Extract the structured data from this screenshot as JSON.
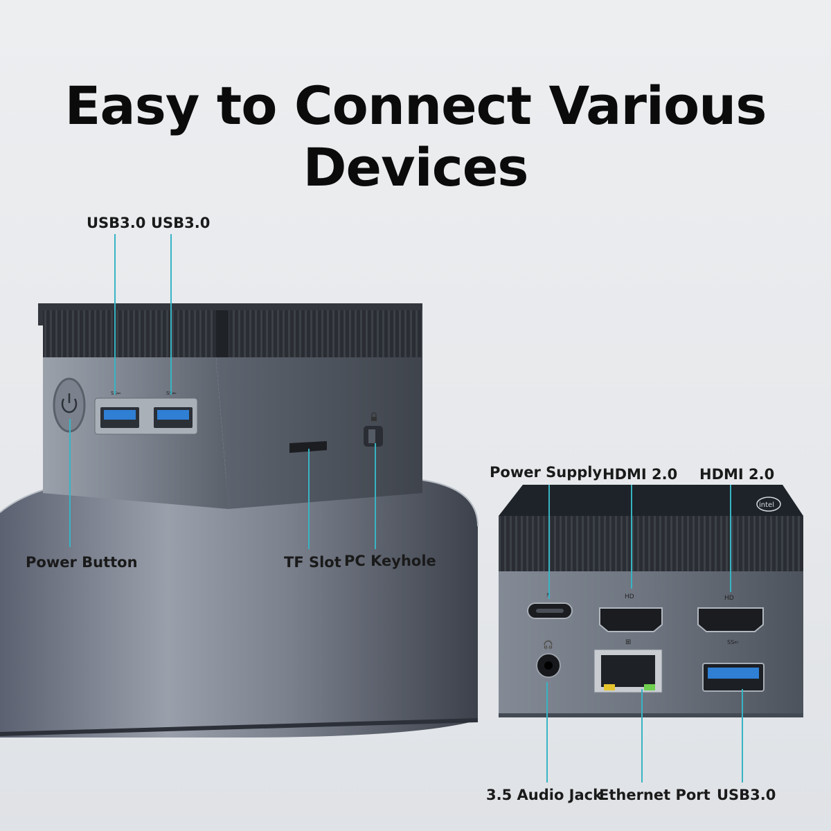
{
  "headline": "Easy to Connect Various Devices",
  "front": {
    "usb_left": "USB3.0",
    "usb_right": "USB3.0",
    "power_button": "Power Button",
    "tf_slot": "TF Slot",
    "pc_keyhole": "PC Keyhole"
  },
  "rear": {
    "power_supply": "Power Supply",
    "hdmi_1": "HDMI 2.0",
    "hdmi_2": "HDMI 2.0",
    "audio_jack": "3.5 Audio Jack",
    "ethernet": "Ethernet Port",
    "usb": "USB3.0"
  },
  "colors": {
    "accent_leader": "#37b4c4",
    "usb_blue": "#2f7fd4",
    "chassis_dark": "#2c3038",
    "chassis_metal": "#6b7380"
  },
  "icons": [
    "power-icon",
    "usb-port-icon",
    "hdmi-port-icon",
    "ethernet-port-icon",
    "audio-jack-icon",
    "usb-c-port-icon",
    "lock-icon",
    "intel-logo"
  ]
}
